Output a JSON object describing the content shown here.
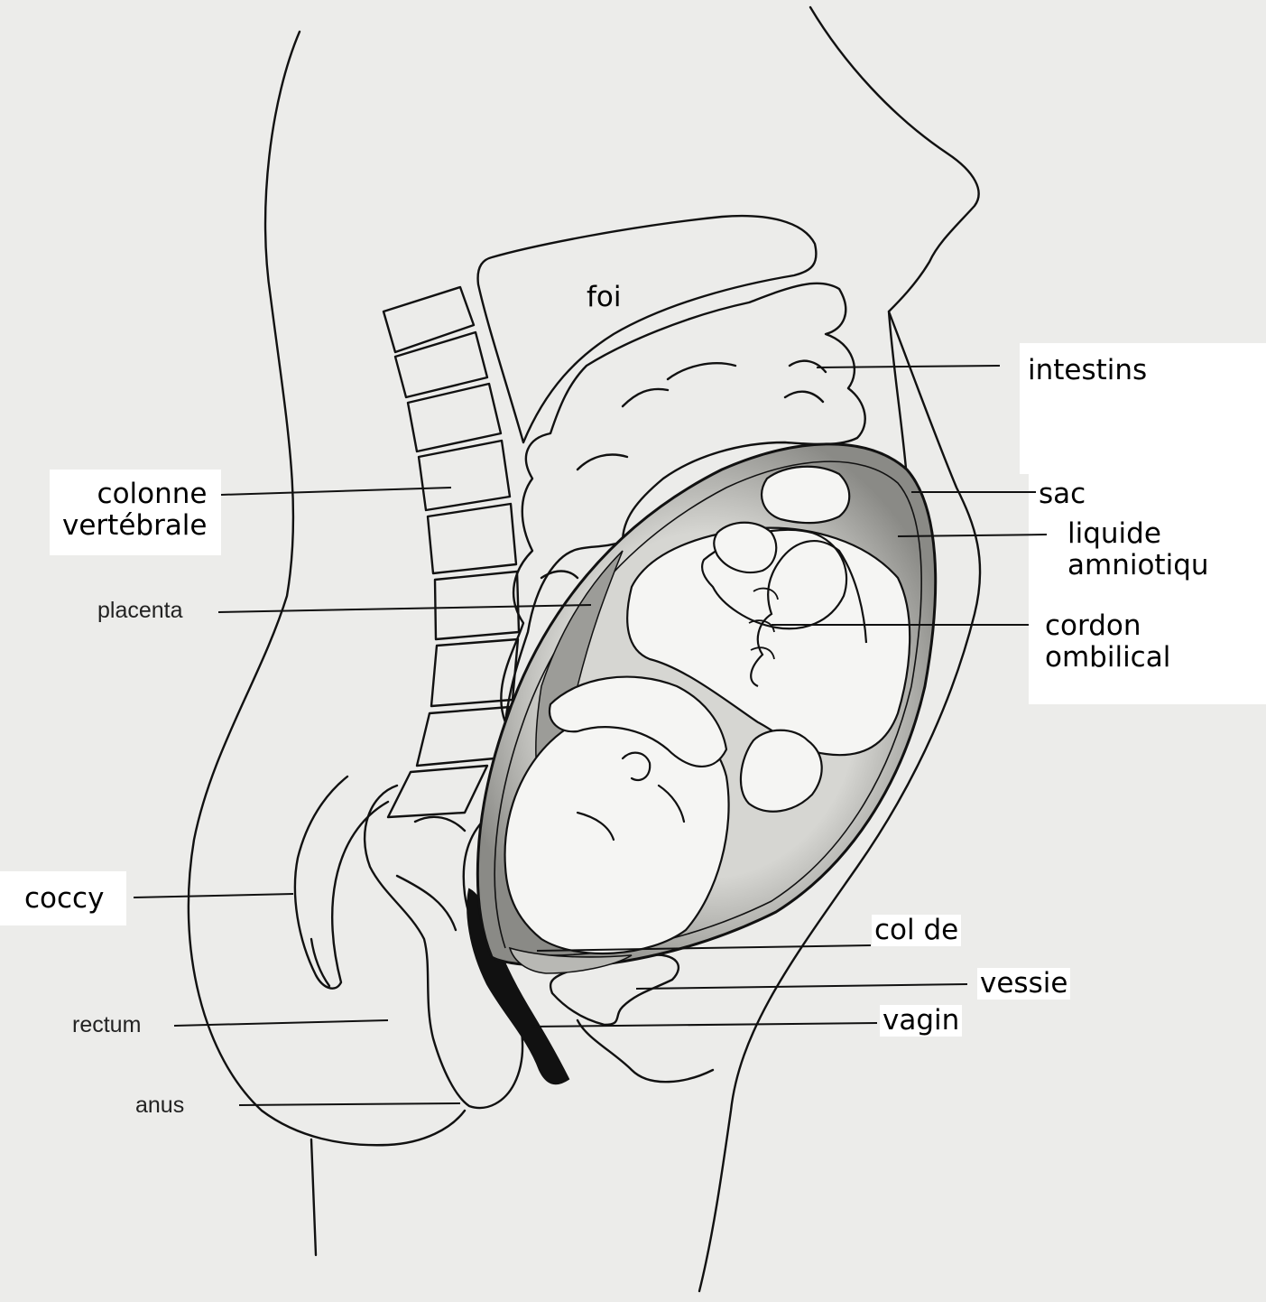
{
  "labels": {
    "foi": "foi",
    "intestins": "intestins",
    "colonne": "colonne\nvertébrale",
    "sac": "sac",
    "liquide": "liquide\namniotiqu",
    "placenta": "placenta",
    "cordon": "cordon\nombilical",
    "coccy": "coccy",
    "col": "col de",
    "vessie": "vessie",
    "rectum": "rectum",
    "vagin": "vagin",
    "anus": "anus"
  }
}
